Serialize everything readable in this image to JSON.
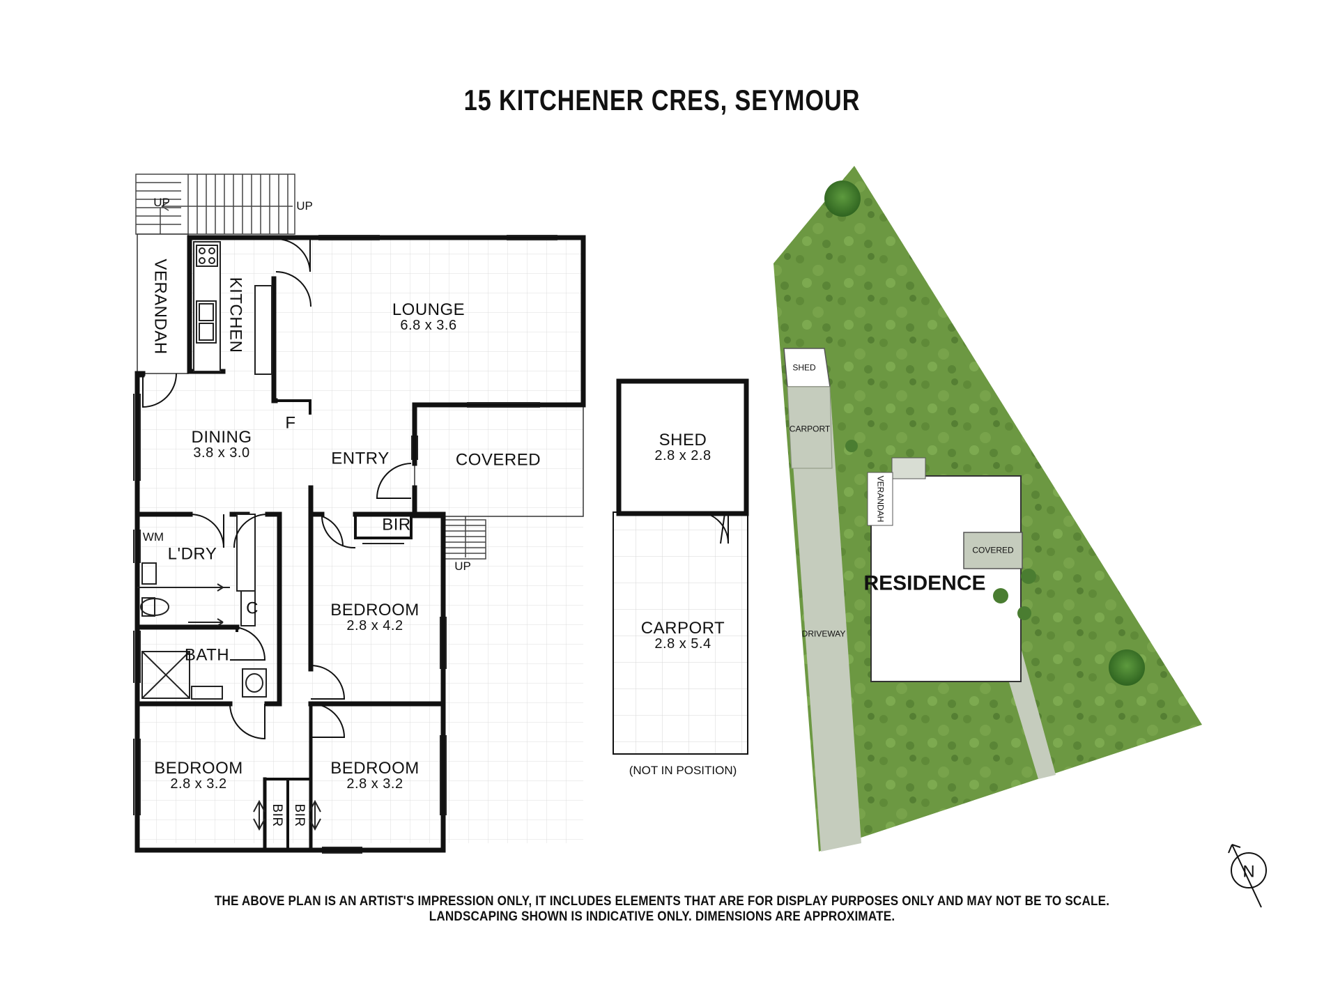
{
  "title": "15 KITCHENER CRES, SEYMOUR",
  "floor_plan": {
    "lounge": {
      "name": "LOUNGE",
      "dim": "6.8 x 3.6"
    },
    "kitchen": {
      "name": "KITCHEN"
    },
    "verandah": {
      "name": "VERANDAH"
    },
    "dining": {
      "name": "DINING",
      "dim": "3.8 x 3.0"
    },
    "fridge": {
      "name": "F"
    },
    "entry": {
      "name": "ENTRY"
    },
    "covered": {
      "name": "COVERED"
    },
    "bir_main": {
      "name": "BIR"
    },
    "laundry": {
      "name": "L'DRY"
    },
    "wm": {
      "name": "WM"
    },
    "cupboard": {
      "name": "C"
    },
    "bath": {
      "name": "BATH"
    },
    "bedroom_right_upper": {
      "name": "BEDROOM",
      "dim": "2.8 x 4.2"
    },
    "bedroom_left_lower": {
      "name": "BEDROOM",
      "dim": "2.8 x 3.2"
    },
    "bedroom_right_lower": {
      "name": "BEDROOM",
      "dim": "2.8 x 3.2"
    },
    "bir_left": {
      "name": "BIR"
    },
    "bir_right": {
      "name": "BIR"
    },
    "stair_up_1": "UP",
    "stair_up_2": "UP",
    "stair_up_3": "UP"
  },
  "outbuilding": {
    "shed": {
      "name": "SHED",
      "dim": "2.8 x 2.8"
    },
    "carport": {
      "name": "CARPORT",
      "dim": "2.8 x 5.4"
    },
    "note": "(NOT IN POSITION)"
  },
  "site_plan": {
    "shed": "SHED",
    "carport": "CARPORT",
    "verandah": "VERANDAH",
    "covered": "COVERED",
    "residence": "RESIDENCE",
    "driveway": "DRIVEWAY",
    "north": "N"
  },
  "disclaimer": {
    "line1": "THE ABOVE PLAN IS AN ARTIST'S IMPRESSION ONLY, IT INCLUDES ELEMENTS THAT ARE FOR DISPLAY PURPOSES ONLY AND MAY NOT BE TO SCALE.",
    "line2": "LANDSCAPING SHOWN IS INDICATIVE ONLY. DIMENSIONS ARE APPROXIMATE."
  },
  "colors": {
    "wall": "#111111",
    "floor_grid": "#d9d9d9",
    "room_fill": "#ffffff",
    "lawn": "#6f9a42",
    "lawn_dark": "#4f7a2e",
    "driveway": "#c6cdbf",
    "tree": "#3e7a2c"
  }
}
